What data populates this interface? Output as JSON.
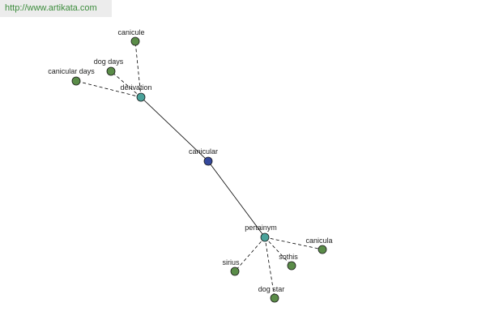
{
  "watermark": "http://www.artikata.com",
  "colors": {
    "center": "#34489c",
    "hub": "#4aa29a",
    "leaf": "#5a8c48",
    "edge": "#000000"
  },
  "nodes": {
    "center": "canicular",
    "hub_derivation": "derivation",
    "hub_pertainym": "pertainym",
    "canicule": "canicule",
    "dog_days": "dog days",
    "canicular_days": "canicular days",
    "canicula": "canicula",
    "sothis": "sothis",
    "sirius": "sirius",
    "dog_star": "dog star"
  }
}
